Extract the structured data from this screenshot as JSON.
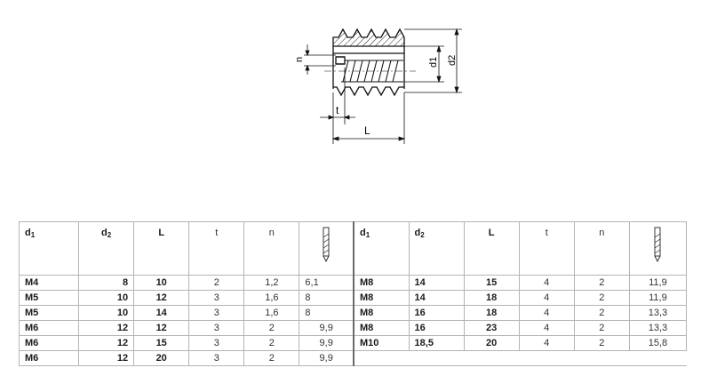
{
  "drawing": {
    "labels": {
      "n": "n",
      "t": "t",
      "L": "L",
      "d1": "d1",
      "d2": "d2"
    }
  },
  "table": {
    "left": {
      "headers": {
        "d1": "d",
        "d1_sub": "1",
        "d2": "d",
        "d2_sub": "2",
        "L": "L",
        "t": "t",
        "n": "n",
        "drill": "drill-icon"
      },
      "rows": [
        {
          "d1": "M4",
          "d2": "8",
          "L": "10",
          "t": "2",
          "n": "1,2",
          "drill": "6,1"
        },
        {
          "d1": "M5",
          "d2": "10",
          "L": "12",
          "t": "3",
          "n": "1,6",
          "drill": "8"
        },
        {
          "d1": "M5",
          "d2": "10",
          "L": "14",
          "t": "3",
          "n": "1,6",
          "drill": "8"
        },
        {
          "d1": "M6",
          "d2": "12",
          "L": "12",
          "t": "3",
          "n": "2",
          "drill": "9,9"
        },
        {
          "d1": "M6",
          "d2": "12",
          "L": "15",
          "t": "3",
          "n": "2",
          "drill": "9,9"
        },
        {
          "d1": "M6",
          "d2": "12",
          "L": "20",
          "t": "3",
          "n": "2",
          "drill": "9,9"
        }
      ]
    },
    "right": {
      "headers": {
        "d1": "d",
        "d1_sub": "1",
        "d2": "d",
        "d2_sub": "2",
        "L": "L",
        "t": "t",
        "n": "n",
        "drill": "drill-icon"
      },
      "rows": [
        {
          "d1": "M8",
          "d2": "14",
          "L": "15",
          "t": "4",
          "n": "2",
          "drill": "11,9"
        },
        {
          "d1": "M8",
          "d2": "14",
          "L": "18",
          "t": "4",
          "n": "2",
          "drill": "11,9"
        },
        {
          "d1": "M8",
          "d2": "16",
          "L": "18",
          "t": "4",
          "n": "2",
          "drill": "13,3"
        },
        {
          "d1": "M8",
          "d2": "16",
          "L": "23",
          "t": "4",
          "n": "2",
          "drill": "13,3"
        },
        {
          "d1": "M10",
          "d2": "18,5",
          "L": "20",
          "t": "4",
          "n": "2",
          "drill": "15,8"
        }
      ]
    }
  }
}
